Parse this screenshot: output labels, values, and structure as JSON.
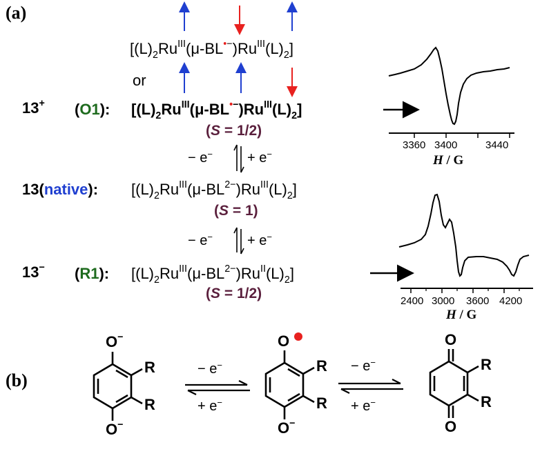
{
  "panel_a": {
    "label": "(a)",
    "alt_formula": {
      "pre": "[(L)",
      "sub1": "2",
      "ru1": "Ru",
      "ox1": "III",
      "mid": "(μ-BL",
      "rad": "•−",
      "mid2": ")Ru",
      "ox2": "III",
      "post": "(L)",
      "sub2": "2",
      "end": "]"
    },
    "or_label": "or",
    "row_o1": {
      "charge_base": "13",
      "charge_sup": "+",
      "state_open": "(",
      "state_name": "O1",
      "state_close": "):",
      "f_pre": "[(L)",
      "f_sub1": "2",
      "f_ru1": "Ru",
      "f_ox1": "III",
      "f_mid": "(μ-BL",
      "f_rad": "•−",
      "f_mid2": ")Ru",
      "f_ox2": "III",
      "f_post": "(L)",
      "f_sub2": "2",
      "f_end": "]",
      "spin": "(S = 1/2)",
      "spin_s": "S",
      "spin_rest": " = 1/2)",
      "spin_open": "("
    },
    "eq1": {
      "left": "− e",
      "left_sup": "−",
      "right": "+ e",
      "right_sup": "−"
    },
    "row_native": {
      "base": "13",
      "open": "(",
      "name": "native",
      "close": "):",
      "f_pre": "[(L)",
      "f_sub1": "2",
      "f_ru1": "Ru",
      "f_ox1": "III",
      "f_mid": "(μ-BL",
      "f_bl_sup": "2−",
      "f_mid2": ")Ru",
      "f_ox2": "III",
      "f_post": "(L)",
      "f_sub2": "2",
      "f_end": "]",
      "spin_open": "(",
      "spin_s": "S",
      "spin_rest": " = 1)"
    },
    "eq2": {
      "left": "− e",
      "left_sup": "−",
      "right": "+ e",
      "right_sup": "−"
    },
    "row_r1": {
      "charge_base": "13",
      "charge_sup": "−",
      "state_open": "(",
      "state_name": "R1",
      "state_close": "):",
      "f_pre": "[(L)",
      "f_sub1": "2",
      "f_ru1": "Ru",
      "f_ox1": "III",
      "f_mid": "(μ-BL",
      "f_bl_sup": "2−",
      "f_mid2": ")Ru",
      "f_ox2": "II",
      "f_post": "(L)",
      "f_sub2": "2",
      "f_end": "]",
      "spin_open": "(",
      "spin_s": "S",
      "spin_rest": " = 1/2)"
    },
    "spectrum_top": {
      "ticks": [
        "3360",
        "3400",
        "3440"
      ],
      "axis_title_h": "H",
      "axis_title_rest": " / G"
    },
    "spectrum_bottom": {
      "ticks": [
        "2400",
        "3000",
        "3600",
        "4200"
      ],
      "axis_title_h": "H",
      "axis_title_rest": " / G"
    },
    "colors": {
      "up_arrow": "#1f3fd0",
      "down_arrow": "#e8211f",
      "radical": "#e8211f",
      "spin": "#5a1f3c",
      "green": "#1e6b1e",
      "blue": "#1f3fd0"
    }
  },
  "panel_b": {
    "label": "(b)",
    "mol1": {
      "top": "O",
      "top_sup": "−",
      "bottom": "O",
      "bottom_sup": "−",
      "r1": "R",
      "r2": "R"
    },
    "step1": {
      "top": "− e",
      "top_sup": "−",
      "bottom": "+ e",
      "bottom_sup": "−"
    },
    "mol2": {
      "top": "O",
      "bottom": "O",
      "bottom_sup": "−",
      "r1": "R",
      "r2": "R"
    },
    "step2": {
      "top": "− e",
      "top_sup": "−",
      "bottom": "+ e",
      "bottom_sup": "−"
    },
    "mol3": {
      "top": "O",
      "bottom": "O",
      "r1": "R",
      "r2": "R"
    }
  }
}
